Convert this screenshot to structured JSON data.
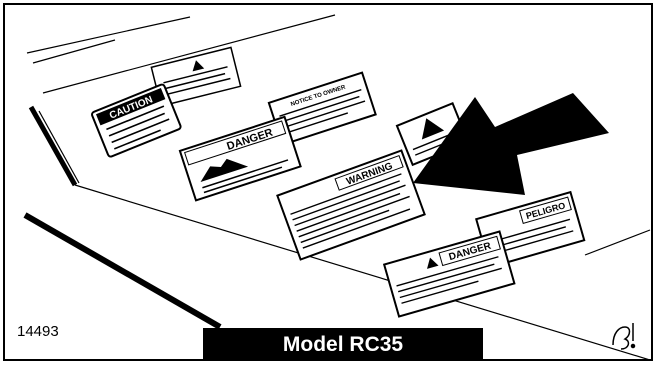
{
  "figure": {
    "number": "14493",
    "caption": "Model RC35"
  },
  "decals": {
    "caution": "CAUTION",
    "notice": "NOTICE TO OWNER",
    "danger_1": "DANGER",
    "warning": "WARNING",
    "peligro": "PELIGRO",
    "danger_2": "DANGER"
  },
  "colors": {
    "ink": "#000000",
    "paper": "#ffffff"
  }
}
